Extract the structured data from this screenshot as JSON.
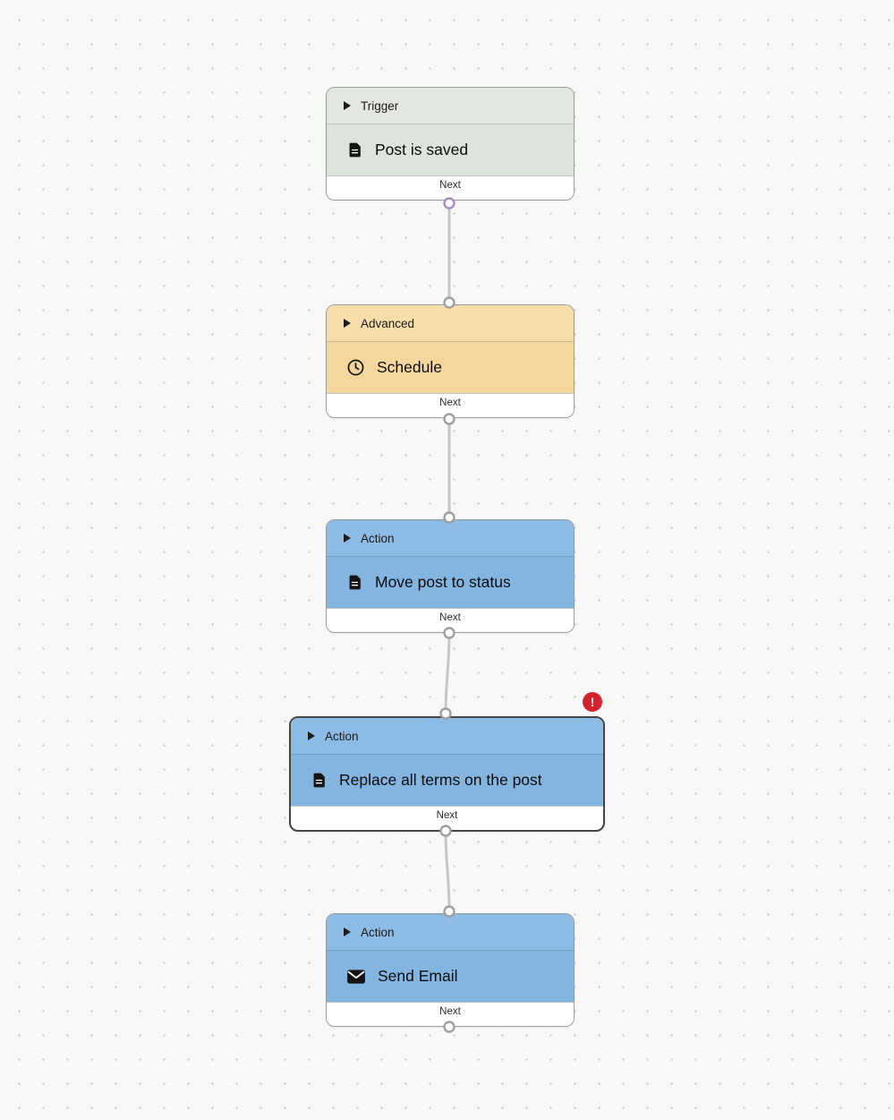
{
  "canvas": {
    "background_color": "#f7f8f7",
    "dot_color": "#d6d6d6"
  },
  "colors": {
    "trigger_header": "#e2e8e0",
    "trigger_body": "#dde4db",
    "advanced_header": "#f7dda9",
    "advanced_body": "#f5d79e",
    "action_header": "#8cbce5",
    "action_body": "#84b5e1",
    "edge": "#c6c6c6",
    "error_badge": "#d2232d",
    "selected_border": "#454545"
  },
  "nodes": [
    {
      "category": "Trigger",
      "title": "Post is saved",
      "icon": "document-icon",
      "footer_label": "Next",
      "selected": false
    },
    {
      "category": "Advanced",
      "title": "Schedule",
      "icon": "clock-icon",
      "footer_label": "Next",
      "selected": false
    },
    {
      "category": "Action",
      "title": "Move post to status",
      "icon": "document-icon",
      "footer_label": "Next",
      "selected": false
    },
    {
      "category": "Action",
      "title": "Replace all terms on the post",
      "icon": "document-icon",
      "footer_label": "Next",
      "selected": true,
      "error_badge": "!"
    },
    {
      "category": "Action",
      "title": "Send Email",
      "icon": "envelope-icon",
      "footer_label": "Next",
      "selected": false
    }
  ],
  "connections": [
    {
      "from": "Post is saved",
      "to": "Schedule"
    },
    {
      "from": "Schedule",
      "to": "Move post to status"
    },
    {
      "from": "Move post to status",
      "to": "Replace all terms on the post"
    },
    {
      "from": "Replace all terms on the post",
      "to": "Send Email"
    }
  ]
}
